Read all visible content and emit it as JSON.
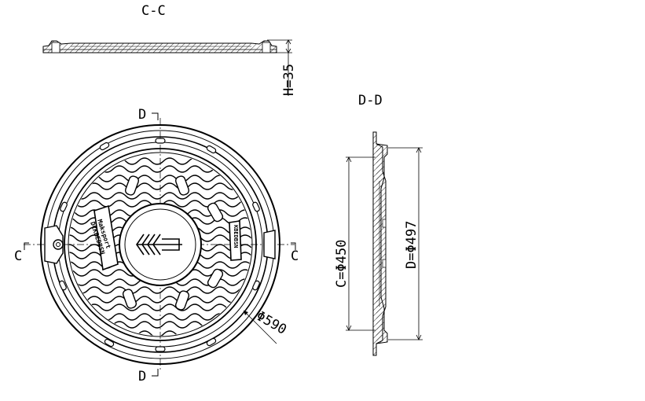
{
  "sections": {
    "cc_title": "C-C",
    "dd_title": "D-D"
  },
  "cut_markers": {
    "d_top": "D",
    "d_bottom": "D",
    "c_left": "C",
    "c_right": "C"
  },
  "dimensions": {
    "height": "H=35",
    "outer_diameter": "Φ590",
    "clear_opening": "C=Φ450",
    "frame_diameter": "D=Φ497"
  },
  "cover_text": {
    "left_plate_top": "Maksport",
    "left_plate_bottom": "DCKBEDBSN",
    "right_plate": "KBEDBSN"
  },
  "colors": {
    "line": "#000000",
    "background": "#ffffff"
  }
}
